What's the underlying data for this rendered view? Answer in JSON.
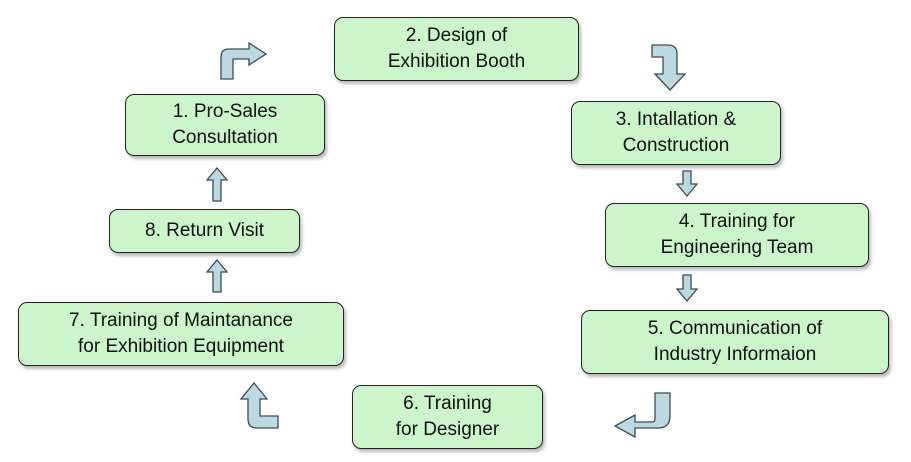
{
  "steps": [
    {
      "line1": "1. Pro-Sales",
      "line2": "Consultation"
    },
    {
      "line1": "2. Design of",
      "line2": "Exhibition Booth"
    },
    {
      "line1": "3. Intallation &",
      "line2": "Construction"
    },
    {
      "line1": "4. Training for",
      "line2": "Engineering Team"
    },
    {
      "line1": "5. Communication of",
      "line2": "Industry Informaion"
    },
    {
      "line1": "6. Training",
      "line2": "for Designer"
    },
    {
      "line1": "7. Training of Maintanance",
      "line2": "for Exhibition Equipment"
    },
    {
      "line1": "8. Return Visit"
    }
  ],
  "colors": {
    "box_fill": "#ccf5cc",
    "arrow_fill": "#bcd8e0",
    "arrow_stroke": "#3a4d56"
  }
}
